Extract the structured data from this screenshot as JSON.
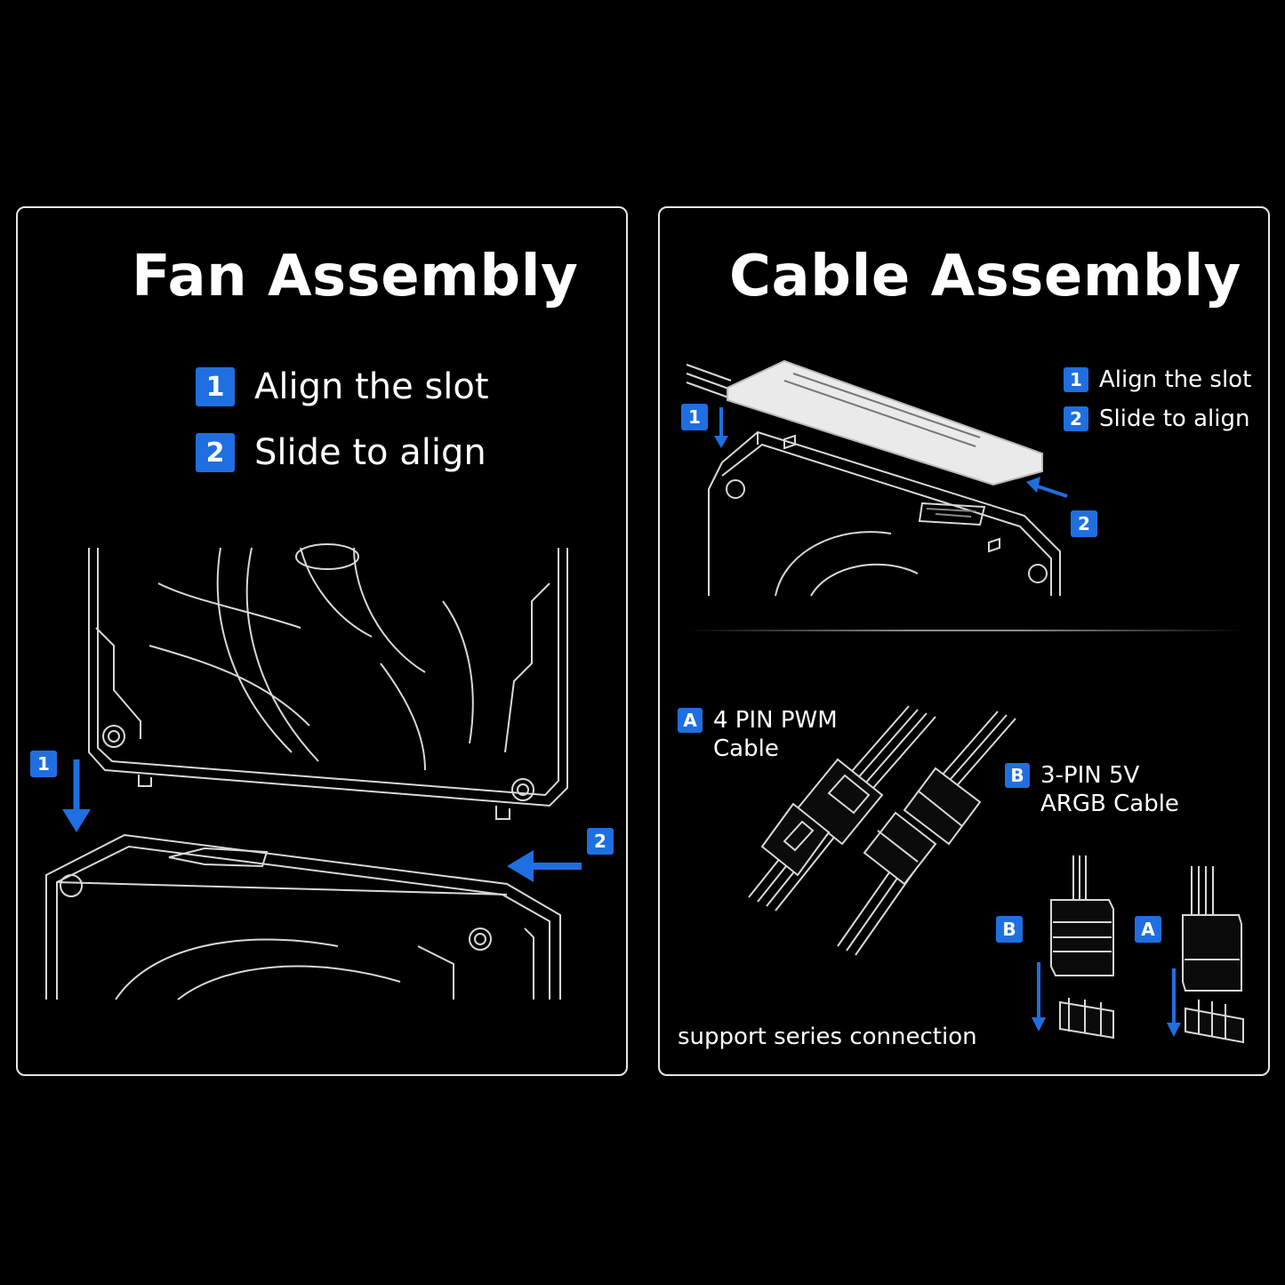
{
  "colors": {
    "background": "#000000",
    "accent": "#1f6fe0",
    "line": "#e6e6e6"
  },
  "fan_assembly": {
    "title": "Fan Assembly",
    "steps": [
      {
        "number": "1",
        "label": "Align the slot"
      },
      {
        "number": "2",
        "label": "Slide to align"
      }
    ],
    "markers": {
      "down": "1",
      "left": "2"
    }
  },
  "cable_assembly": {
    "title": "Cable Assembly",
    "steps": [
      {
        "number": "1",
        "label": "Align the slot"
      },
      {
        "number": "2",
        "label": "Slide to align"
      }
    ],
    "markers": {
      "down": "1",
      "left": "2"
    },
    "cable_a": {
      "letter": "A",
      "line1": "4 PIN PWM",
      "line2": "Cable"
    },
    "cable_b": {
      "letter": "B",
      "line1": "3-PIN 5V",
      "line2": "ARGB Cable"
    },
    "connector_b_letter": "B",
    "connector_a_letter": "A",
    "note": "support series connection"
  }
}
